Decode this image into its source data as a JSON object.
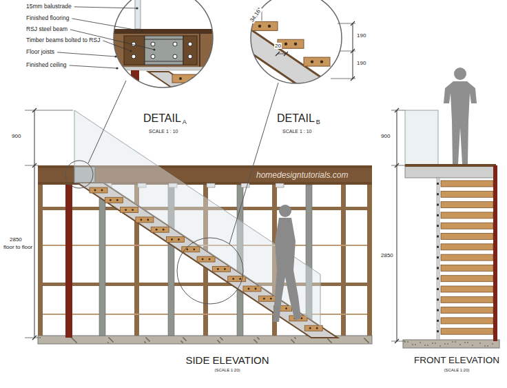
{
  "diagram": {
    "labels": [
      "15mm balustrade",
      "Finished flooring",
      "RSJ steel beam",
      "Timber beams bolted to RSJ",
      "Floor joists",
      "Finished ceiling",
      "DETAIL",
      "A",
      "SCALE 1 : 10",
      "34,16°",
      "20",
      "190",
      "190",
      "DETAIL",
      "B",
      "SCALE 1 : 10",
      "900",
      "2850",
      "floor to floor",
      "homedesigntutorials.com",
      "900",
      "2850",
      "SIDE ELEVATION",
      "(SCALE 1:20)",
      "FRONT ELEVATION",
      "(SCALE 1:20)"
    ]
  }
}
